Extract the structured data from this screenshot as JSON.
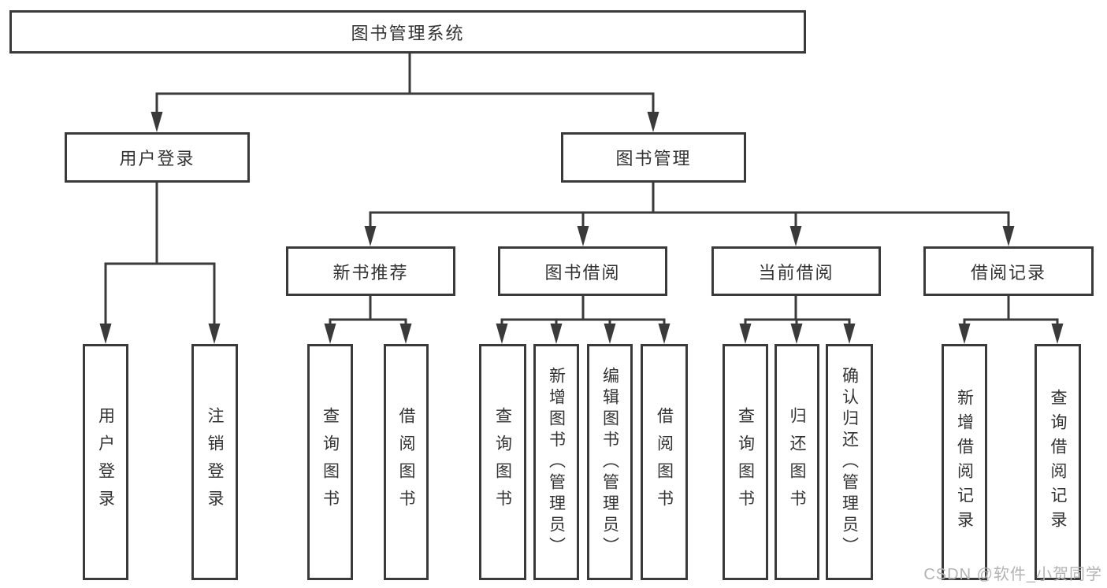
{
  "diagram": {
    "type": "hierarchy-tree",
    "colors": {
      "line": "#3a3a3a",
      "box_border": "#3a3a3a",
      "text": "#333333",
      "background": "#ffffff",
      "watermark": "#b3b3b3"
    },
    "tree": {
      "label": "图书管理系统",
      "children": [
        {
          "label": "用户登录",
          "children": [
            {
              "label": "用户登录"
            },
            {
              "label": "注销登录"
            }
          ]
        },
        {
          "label": "图书管理",
          "children": [
            {
              "label": "新书推荐",
              "children": [
                {
                  "label": "查询图书"
                },
                {
                  "label": "借阅图书"
                }
              ]
            },
            {
              "label": "图书借阅",
              "children": [
                {
                  "label": "查询图书"
                },
                {
                  "label": "新增图书（管理员）"
                },
                {
                  "label": "编辑图书（管理员）"
                },
                {
                  "label": "借阅图书"
                }
              ]
            },
            {
              "label": "当前借阅",
              "children": [
                {
                  "label": "查询图书"
                },
                {
                  "label": "归还图书"
                },
                {
                  "label": "确认归还（管理员）"
                }
              ]
            },
            {
              "label": "借阅记录",
              "children": [
                {
                  "label": "新增借阅记录"
                },
                {
                  "label": "查询借阅记录"
                }
              ]
            }
          ]
        }
      ]
    }
  },
  "watermark": {
    "text": "CSDN @软件_小贺同学"
  }
}
